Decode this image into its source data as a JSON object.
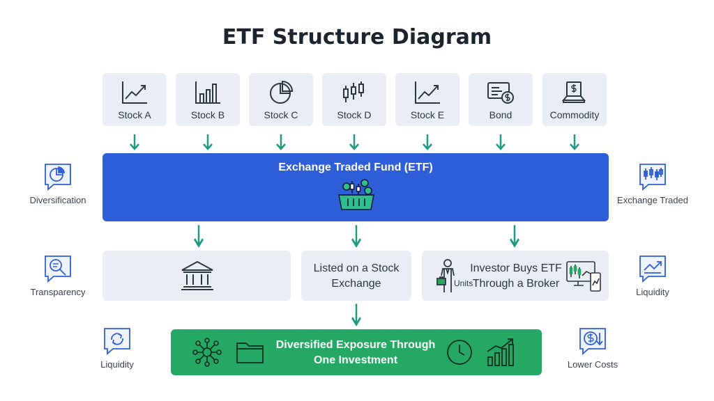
{
  "title": "ETF Structure Diagram",
  "assets": [
    {
      "label": "Stock A",
      "icon": "line-chart-icon"
    },
    {
      "label": "Stock B",
      "icon": "bar-chart-icon"
    },
    {
      "label": "Stock C",
      "icon": "pie-chart-icon"
    },
    {
      "label": "Stock D",
      "icon": "candlestick-icon"
    },
    {
      "label": "Stock E",
      "icon": "line-chart-icon"
    },
    {
      "label": "Bond",
      "icon": "bond-certificate-icon"
    },
    {
      "label": "Commodity",
      "icon": "commodity-icon"
    }
  ],
  "etf": {
    "title": "Exchange Traded Fund (ETF)",
    "icon": "basket-icon"
  },
  "left_features": [
    {
      "label": "Diversification",
      "icon": "pie-chart-bubble-icon"
    },
    {
      "label": "Transparency",
      "icon": "magnifier-icon"
    },
    {
      "label": "Liquidity",
      "icon": "exchange-arrows-icon"
    }
  ],
  "right_features": [
    {
      "label": "Exchange Traded",
      "icon": "candlestick-bubble-icon"
    },
    {
      "label": "Liquidity",
      "icon": "trend-bubble-icon"
    },
    {
      "label": "Lower Costs",
      "icon": "dollar-down-icon"
    }
  ],
  "middle": {
    "exchange_icon": "stock-exchange-building-icon",
    "listed": "Listed on a Stock Exchange",
    "investor": "Investor Buys ETF Through a Broker",
    "investor_units": "Units"
  },
  "result": {
    "text": "Diversified Exposure Through One Investment"
  },
  "colors": {
    "etf": "#2f5ed9",
    "result": "#26a865",
    "arrow": "#1e9a7e",
    "card": "#e9eef4"
  }
}
